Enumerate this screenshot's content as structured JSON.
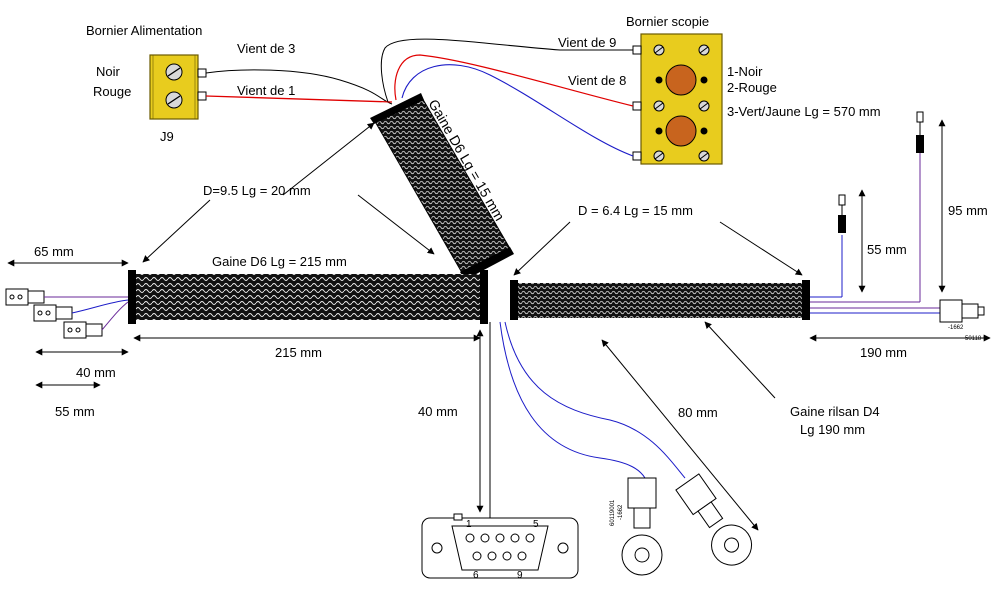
{
  "labels": {
    "bornier_alim": "Bornier Alimentation",
    "bornier_scopie": "Bornier scopie",
    "noir": "Noir",
    "rouge": "Rouge",
    "j9": "J9",
    "vient3": "Vient de 3",
    "vient1": "Vient de 1",
    "vient9": "Vient de 9",
    "vient8": "Vient de 8",
    "legend1": "1-Noir",
    "legend2": "2-Rouge",
    "legend3": "3-Vert/Jaune Lg = 570 mm",
    "gaine_diag": "Gaine D6 Lg = 15 mm",
    "d95": "D=9.5 Lg = 20 mm",
    "d64": "D = 6.4 Lg = 15 mm",
    "gaine215": "Gaine D6 Lg = 215 mm",
    "m65": "65 mm",
    "m215": "215 mm",
    "m40a": "40 mm",
    "m55a": "55 mm",
    "m40b": "40 mm",
    "m80": "80 mm",
    "m55b": "55 mm",
    "m95": "95 mm",
    "m190": "190 mm",
    "rilsan1": "Gaine rilsan D4",
    "rilsan2": "Lg 190 mm",
    "db_pin1": "1",
    "db_pin5": "5",
    "db_pin6": "6",
    "db_pin9": "9"
  },
  "colors": {
    "bornier_fill": "#e8cc1e",
    "bornier_stroke": "#6b5a00",
    "terminal_fill": "#c8641e",
    "wire_red": "#e00000",
    "wire_blue": "#1c1cc8",
    "wire_black": "#000000",
    "wire_purple": "#6a2a9a"
  }
}
